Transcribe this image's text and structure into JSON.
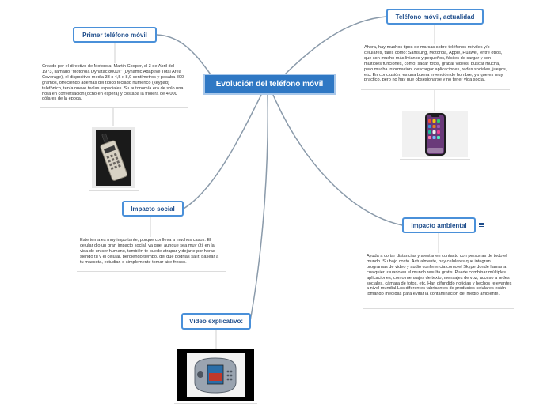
{
  "central": {
    "title": "Evolución del teléfono móvil"
  },
  "branches": {
    "primer": {
      "title": "Primer teléfono móvil",
      "text": "Creado por el directivo de Motorola; Martin Cooper, el 3 de Abril del 1973, llamado \"Motorola Dynatac 8000x\" (Dynamic Adaptive Total Area Coverage), el dispositivo media 33 x 4,5 x 8,9 centímetros y pesaba 800 gramos, ofreciendo además del típico teclado numérico (keypad) telefónico, tenía nueve teclas especiales. Su autonomía era de solo una hora en conversación (ocho en espera) y costaba la friolera de 4.000 dólares de la época.",
      "image": "motorola-dynatac-phone"
    },
    "impacto_social": {
      "title": "Impacto social",
      "text": "Este tema es muy importante, porque conlleva a muchos casos. El celular dio un gran impacto social, ya que, aunque sea muy útil en la vida de un ser humano, también te puede atrapar y dejarte por horas siendo tú y el celular, perdiendo tiempo, del que podrías salir, pasear a tu mascota, estudiar, o simplemente tomar aire fresco."
    },
    "video": {
      "title": "Vídeo explicativo:",
      "image": "nokia-ngage-phone"
    },
    "actualidad": {
      "title": "Teléfono móvil, actualidad",
      "text": "Ahora, hay muchos tipos de marcas sobre teléfonos móviles y/o celulares, tales como: Samsung, Motorola, Apple, Huawei, entre otros, que son mucho más livianos y pequeños, fáciles de cargar y con múltiples funciones, como; sacar fotos, grabar videos, buscar mucha, pero mucha información, descargar aplicaciones, redes sociales, juegos, etc. En conclusión, es una buena invención de hombre, ya que es muy practico, pero no hay que obsesionarse y no tener vida social.",
      "image": "modern-smartphone"
    },
    "ambiental": {
      "title": "Impacto ambiental",
      "icon": "notes-icon",
      "text": "Ayuda a cortar distancias y a estar en contacto con personas de todo el mundo. Su bajo costo. Actualmente, hay celulares que integran programas de video y audio conferencia como el Skype donde llamar a cualquier usuario en el mundo resulta gratis. Puede combinar múltiples aplicaciones, como mensajes de texto, mensajes de voz, acceso a redes sociales, cámara de fotos, etc. Han difundido noticias y hechos relevantes a nivel mundial.Los diferentes fabricantes de productos celulares están tomando medidas para evitar la contaminación del medio ambiente."
    }
  },
  "colors": {
    "central_bg": "#2f78c4",
    "node_border": "#4a90d9",
    "node_text": "#1f4e8c",
    "connector": "#8a9aaa"
  }
}
